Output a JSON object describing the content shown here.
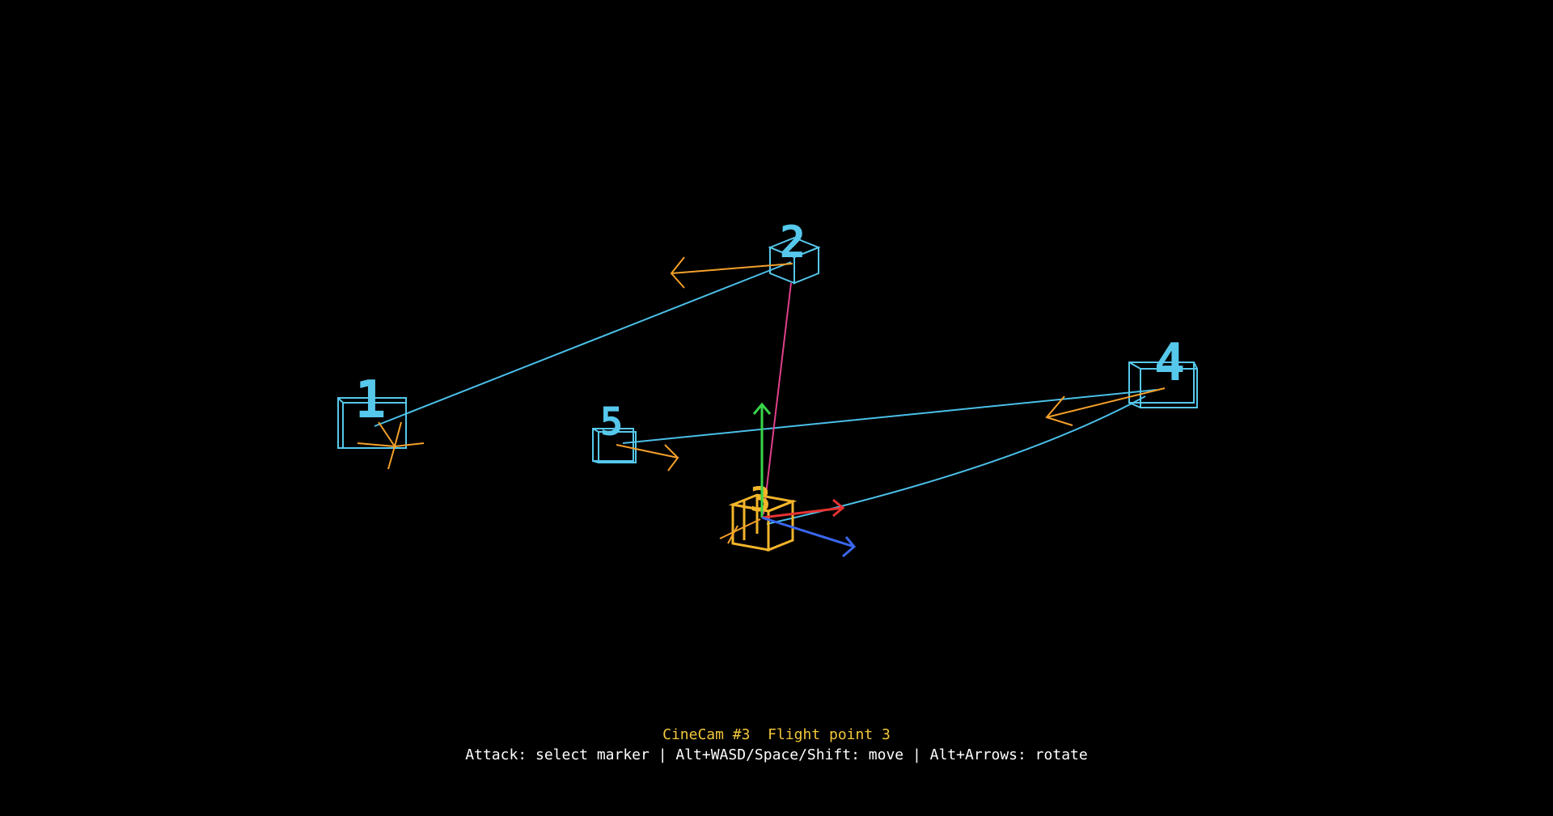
{
  "colors": {
    "background": "#000000",
    "marker": "#56c8ec",
    "selected_marker": "#f2b52a",
    "direction_arrow": "#f5a02a",
    "path": "#4bbfe8",
    "link_to_selected": "#e0408a",
    "gizmo_x": "#e83232",
    "gizmo_y": "#38d64a",
    "gizmo_z": "#3a66ee",
    "hud_title": "#f2c83a",
    "hud_help": "#ffffff"
  },
  "markers": [
    {
      "label": "1",
      "selected": false
    },
    {
      "label": "2",
      "selected": false
    },
    {
      "label": "3",
      "selected": true
    },
    {
      "label": "4",
      "selected": false
    },
    {
      "label": "5",
      "selected": false
    }
  ],
  "hud": {
    "title": "CineCam #3  Flight point 3",
    "help": "Attack: select marker | Alt+WASD/Space/Shift: move | Alt+Arrows: rotate"
  }
}
